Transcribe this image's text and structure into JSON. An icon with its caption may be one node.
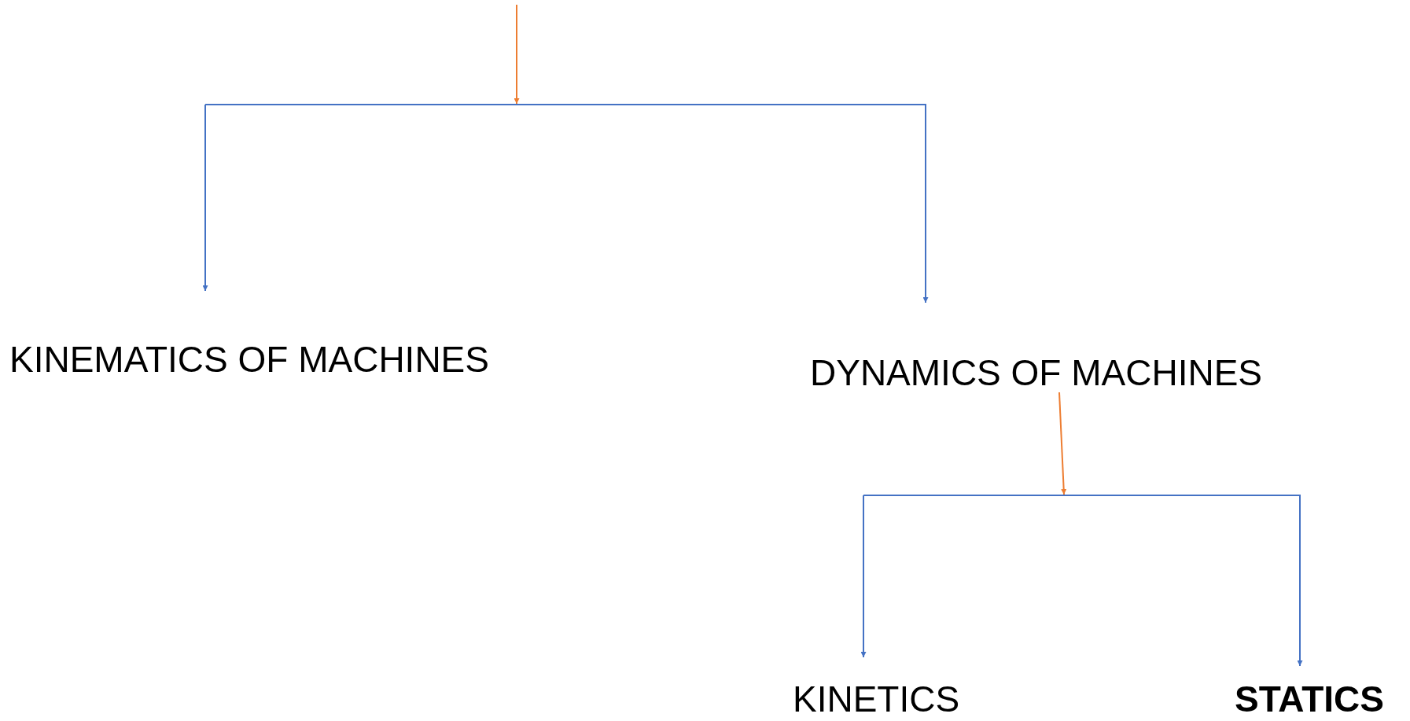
{
  "diagram": {
    "nodes": [
      {
        "text": [],
        "shape": "bar"
      },
      {
        "text": [
          "KINEMATICS OF MACHINES"
        ]
      },
      {
        "text": [
          "DYNAMICS OF MACHINES"
        ]
      },
      {
        "text": [],
        "shape": "bar"
      },
      {
        "text": [
          "KINETICS"
        ]
      },
      {
        "text": [
          "STATICS"
        ]
      }
    ],
    "edges": [
      {
        "from": null,
        "to": 0,
        "arrow": "to",
        "color": "#ed7d31"
      },
      {
        "from": 0,
        "to": 1,
        "arrow": "to"
      },
      {
        "from": 0,
        "to": 2,
        "arrow": "to"
      },
      {
        "from": 2,
        "to": 3,
        "arrow": "to",
        "color": "#ed7d31"
      },
      {
        "from": 3,
        "to": 4,
        "arrow": "to"
      },
      {
        "from": 3,
        "to": 5,
        "arrow": "to"
      }
    ]
  }
}
